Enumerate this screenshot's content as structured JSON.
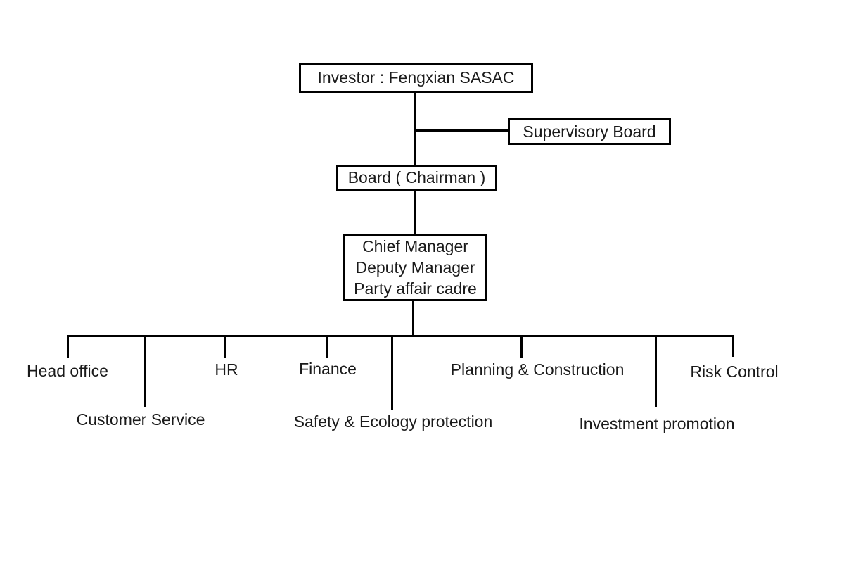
{
  "diagram": {
    "type": "org-chart",
    "colors": {
      "background": "#ffffff",
      "line": "#000000",
      "text": "#1a1a1a"
    },
    "nodes": {
      "investor": {
        "label": "Investor : Fengxian SASAC"
      },
      "supervisory_board": {
        "label": "Supervisory Board"
      },
      "board": {
        "label": "Board ( Chairman )"
      },
      "management": {
        "lines": [
          "Chief Manager",
          "Deputy Manager",
          "Party affair cadre"
        ]
      }
    },
    "departments": [
      {
        "label": "Head office"
      },
      {
        "label": "Customer Service"
      },
      {
        "label": "HR"
      },
      {
        "label": "Finance"
      },
      {
        "label": "Safety & Ecology protection"
      },
      {
        "label": "Planning & Construction"
      },
      {
        "label": "Investment promotion"
      },
      {
        "label": "Risk Control"
      }
    ]
  }
}
